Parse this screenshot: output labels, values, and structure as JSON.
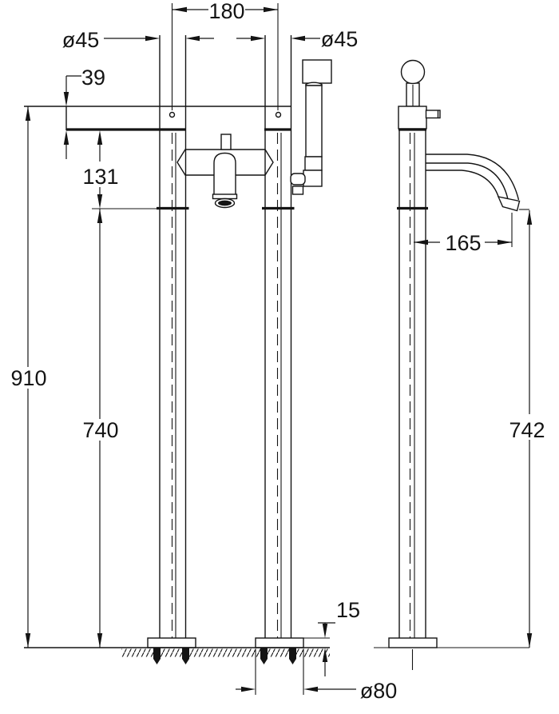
{
  "drawing": {
    "background": "#ffffff",
    "line_color": "#141414",
    "dimensions": {
      "pillar_spacing": "180",
      "left_pillar_diameter": "ø45",
      "right_pillar_diameter": "ø45",
      "spout_body_height": "39",
      "spout_drop": "131",
      "overall_height": "910",
      "front_spout_outlet_height": "740",
      "base_plate_height": "15",
      "base_plate_diameter": "ø80",
      "spout_reach": "165",
      "side_spout_outlet_height": "742"
    }
  }
}
